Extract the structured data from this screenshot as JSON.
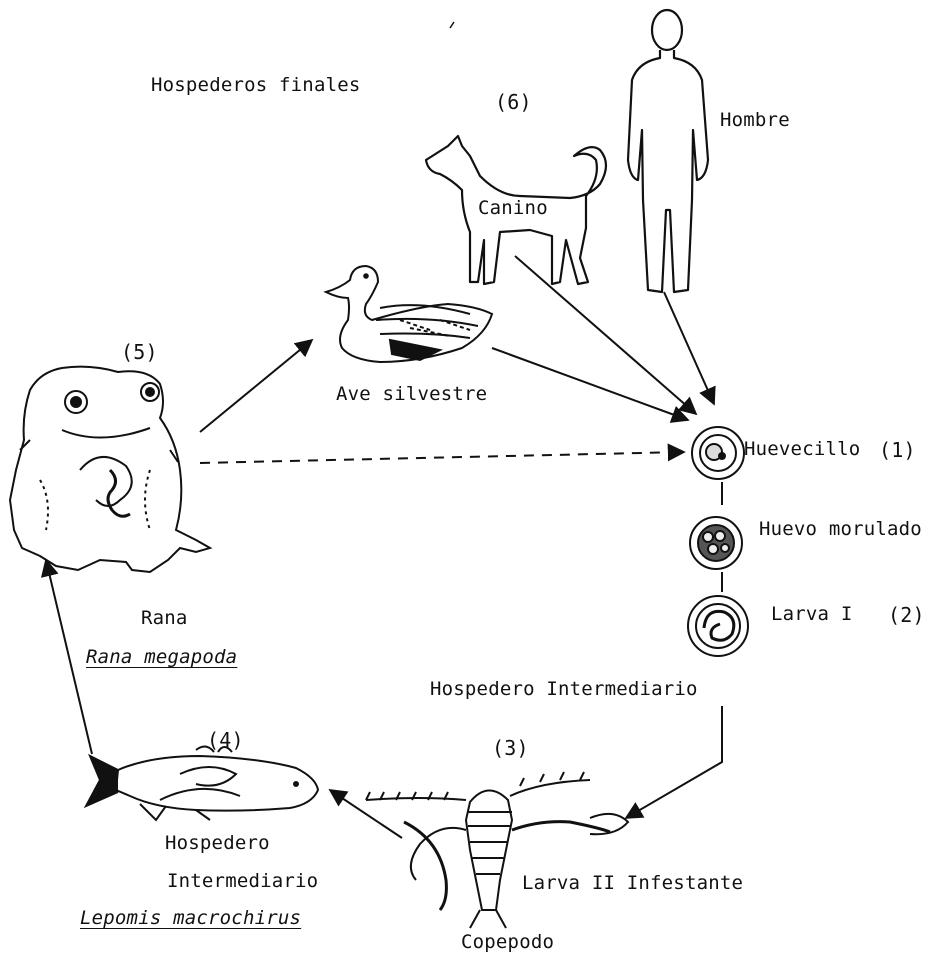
{
  "labels": {
    "final_hosts": "Hospederos finales",
    "num_6": "(6)",
    "man": "Hombre",
    "canine": "Canino",
    "num_5": "(5)",
    "wild_bird": "Ave silvestre",
    "egg": "Huevecillo",
    "num_1": "(1)",
    "morulated_egg": "Huevo morulado",
    "larva_1": "Larva I",
    "num_2": "(2)",
    "frog": "Rana",
    "frog_species": "Rana megapoda",
    "intermediate_host_top": "Hospedero Intermediario",
    "num_4": "(4)",
    "num_3": "(3)",
    "fish_host_line1": "Hospedero",
    "fish_host_line2": "Intermediario",
    "fish_species": "Lepomis macrochirus",
    "larva_2": "Larva II Infestante",
    "copepod": "Copepodo"
  },
  "colors": {
    "ink": "#111111",
    "paper": "#ffffff"
  }
}
